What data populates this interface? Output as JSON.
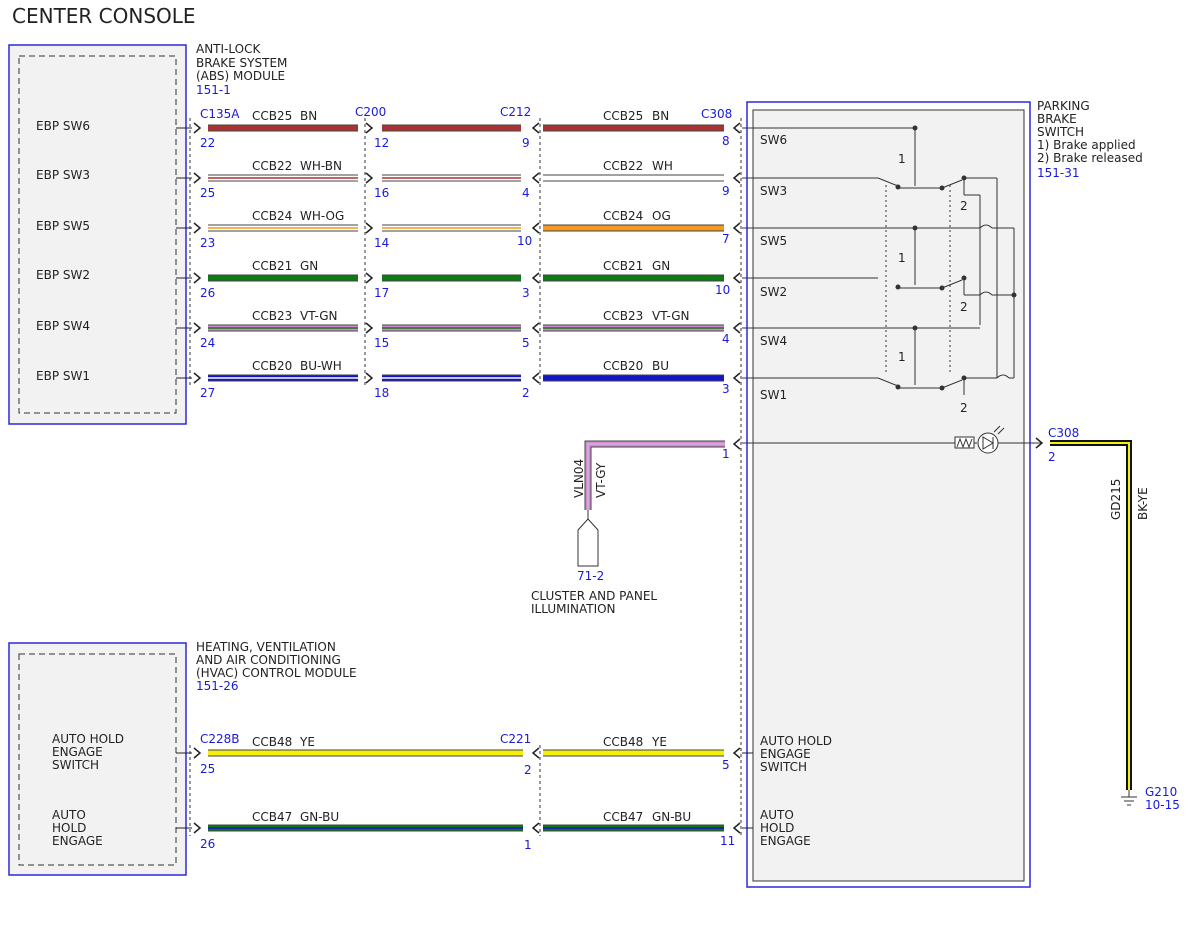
{
  "page_title": "CENTER CONSOLE",
  "colors": {
    "box_stroke": "#2a2ad6",
    "pin_text": "#1a1adb",
    "box_fill": "#f2f2f2",
    "wire_BN": "#a83232",
    "wire_GN": "#0e7a14",
    "wire_OG": "#f59a1c",
    "wire_BU": "#1414cc",
    "wire_YE": "#f4f00a",
    "wire_VT": "#d68ad6",
    "wire_BK": "#111111"
  },
  "abs_module": {
    "name_lines": [
      "ANTI-LOCK",
      "BRAKE SYSTEM",
      "(ABS) MODULE"
    ],
    "ref": "151-1",
    "pins": [
      "EBP SW6",
      "EBP SW3",
      "EBP SW5",
      "EBP SW2",
      "EBP SW4",
      "EBP SW1"
    ]
  },
  "hvac_module": {
    "name_lines": [
      "HEATING, VENTILATION",
      "AND AIR CONDITIONING",
      "(HVAC) CONTROL MODULE"
    ],
    "ref": "151-26",
    "pins": [
      [
        "AUTO HOLD",
        "ENGAGE",
        "SWITCH"
      ],
      [
        "AUTO",
        "HOLD",
        "ENGAGE"
      ]
    ]
  },
  "parking_brake_switch": {
    "name_lines": [
      "PARKING",
      "BRAKE",
      "SWITCH",
      "1) Brake applied",
      "2) Brake released"
    ],
    "ref": "151-31",
    "pins": [
      "SW6",
      "SW3",
      "SW5",
      "SW2",
      "SW4",
      "SW1"
    ],
    "lower_pins": [
      [
        "AUTO HOLD",
        "ENGAGE",
        "SWITCH"
      ],
      [
        "AUTO",
        "HOLD",
        "ENGAGE"
      ]
    ],
    "position_labels": {
      "applied": "1",
      "released": "2"
    }
  },
  "connectors": {
    "c135a": "C135A",
    "c200": "C200",
    "c212": "C212",
    "c308": "C308",
    "c228b": "C228B",
    "c221": "C221",
    "c308_right": "C308"
  },
  "circuits": [
    {
      "circuit": "CCB25",
      "color_left": "BN",
      "color_right": "BN",
      "pins": [
        "22",
        "12",
        "9",
        "8"
      ]
    },
    {
      "circuit": "CCB22",
      "color_left": "WH-BN",
      "color_right": "WH",
      "pins": [
        "25",
        "16",
        "4",
        "9"
      ]
    },
    {
      "circuit": "CCB24",
      "color_left": "WH-OG",
      "color_right": "OG",
      "pins": [
        "23",
        "14",
        "10",
        "7"
      ]
    },
    {
      "circuit": "CCB21",
      "color_left": "GN",
      "color_right": "GN",
      "pins": [
        "26",
        "17",
        "3",
        "10"
      ]
    },
    {
      "circuit": "CCB23",
      "color_left": "VT-GN",
      "color_right": "VT-GN",
      "pins": [
        "24",
        "15",
        "5",
        "4"
      ]
    },
    {
      "circuit": "CCB20",
      "color_left": "BU-WH",
      "color_right": "BU",
      "pins": [
        "27",
        "18",
        "2",
        "3"
      ]
    }
  ],
  "hvac_circuits": [
    {
      "circuit": "CCB48",
      "color_left": "YE",
      "color_right": "YE",
      "pins": [
        "25",
        "2",
        "5"
      ]
    },
    {
      "circuit": "CCB47",
      "color_left": "GN-BU",
      "color_right": "GN-BU",
      "pins": [
        "26",
        "1",
        "11"
      ]
    }
  ],
  "illumination": {
    "circuit": "VLN04",
    "color": "VT-GY",
    "pin": "1",
    "ref": "71-2",
    "label_lines": [
      "CLUSTER AND PANEL",
      "ILLUMINATION"
    ]
  },
  "ground": {
    "connector": "C308",
    "pin": "2",
    "circuit": "GD215",
    "color": "BK-YE",
    "ground_point": "G210",
    "ref": "10-15"
  }
}
